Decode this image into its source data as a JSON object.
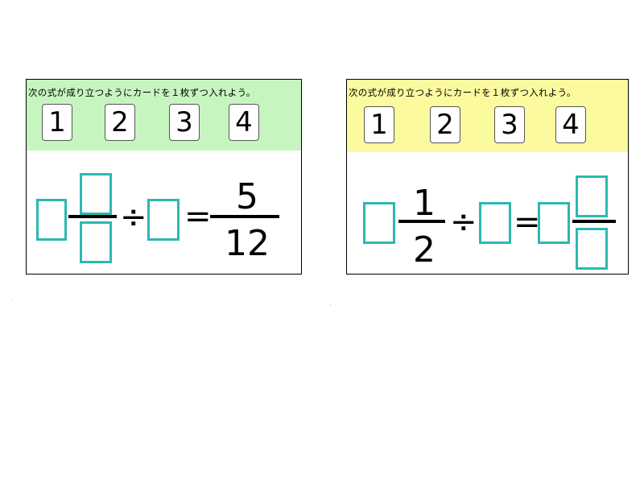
{
  "colors": {
    "left_header": "#c7f5c0",
    "right_header": "#fcfa9f",
    "slot_border": "#2cb8b0"
  },
  "left_panel": {
    "instruction": "次の式が成り立つようにカードを１枚ずつ入れよう。",
    "cards": [
      "1",
      "2",
      "3",
      "4"
    ],
    "divide": "÷",
    "equals": "=",
    "result_numerator": "5",
    "result_denominator": "12"
  },
  "right_panel": {
    "instruction": "次の式が成り立つようにカードを１枚ずつ入れよう。",
    "cards": [
      "1",
      "2",
      "3",
      "4"
    ],
    "numerator": "1",
    "denominator": "2",
    "divide": "÷",
    "equals": "="
  }
}
